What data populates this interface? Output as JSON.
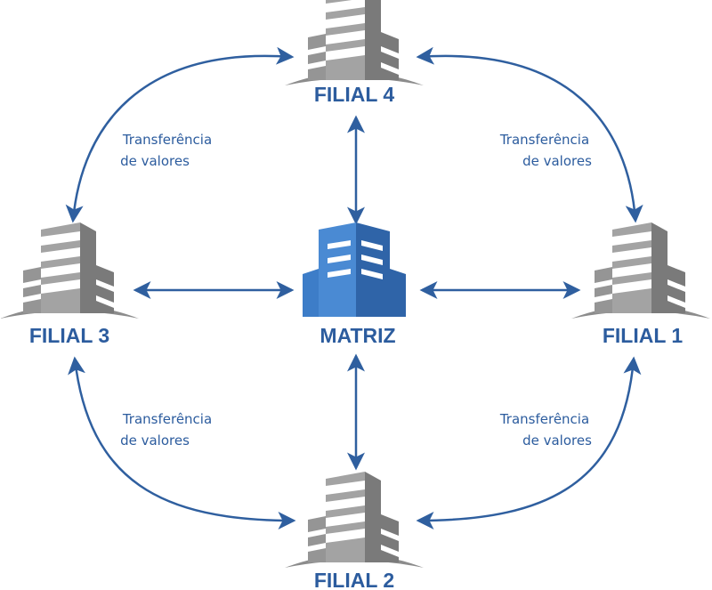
{
  "nodes": {
    "filial4": {
      "label": "FILIAL 4"
    },
    "filial3": {
      "label": "FILIAL 3"
    },
    "matriz": {
      "label": "MATRIZ"
    },
    "filial1": {
      "label": "FILIAL 1"
    },
    "filial2": {
      "label": "FILIAL 2"
    }
  },
  "edge_labels": {
    "top_left": {
      "line1": "Transferência",
      "line2": "de valores"
    },
    "top_right": {
      "line1": "Transferência",
      "line2": "de valores"
    },
    "bottom_left": {
      "line1": "Transferência",
      "line2": "de valores"
    },
    "bottom_right": {
      "line1": "Transferência",
      "line2": "de valores"
    }
  },
  "colors": {
    "accent": "#2c5c9e",
    "branch_gray": "#8c8c8c",
    "hq_blue": "#3d7dc8"
  },
  "icons": {
    "branch": "office-building-icon",
    "hq": "headquarters-building-icon"
  }
}
